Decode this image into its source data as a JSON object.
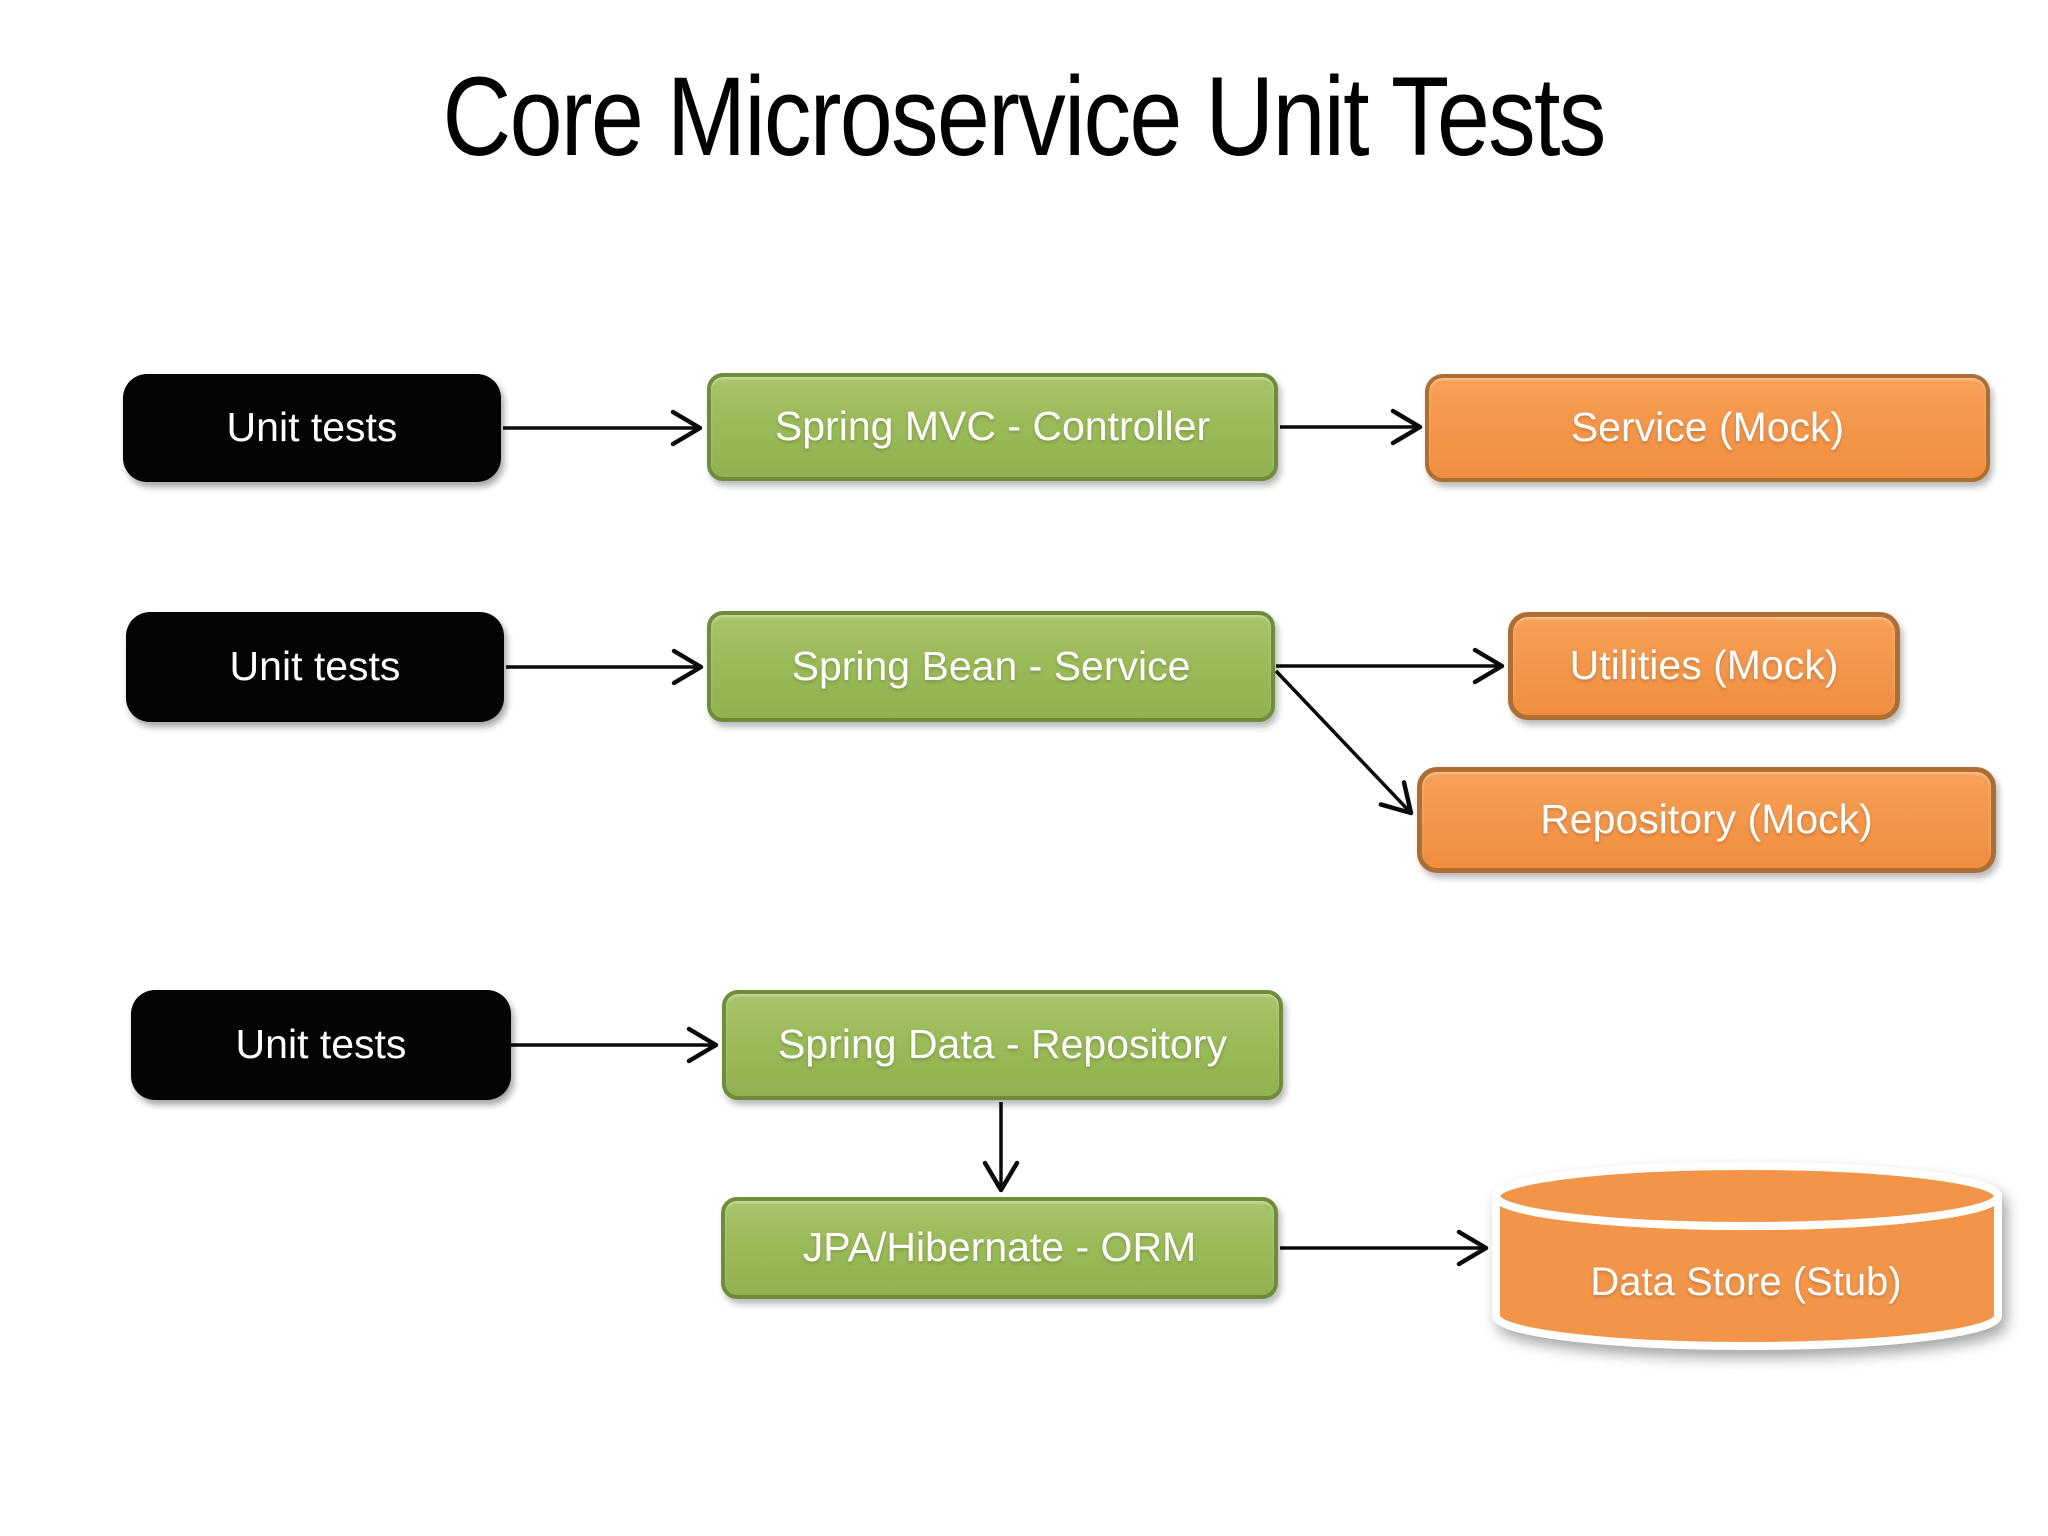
{
  "title": "Core Microservice Unit Tests",
  "nodes": {
    "unit_tests_1": {
      "label": "Unit tests",
      "role": "test-driver"
    },
    "spring_mvc_controller": {
      "label": "Spring MVC - Controller",
      "role": "component-under-test"
    },
    "service_mock": {
      "label": "Service (Mock)",
      "role": "mock"
    },
    "unit_tests_2": {
      "label": "Unit tests",
      "role": "test-driver"
    },
    "spring_bean_service": {
      "label": "Spring Bean - Service",
      "role": "component-under-test"
    },
    "utilities_mock": {
      "label": "Utilities (Mock)",
      "role": "mock"
    },
    "repository_mock": {
      "label": "Repository (Mock)",
      "role": "mock"
    },
    "unit_tests_3": {
      "label": "Unit tests",
      "role": "test-driver"
    },
    "spring_data_repository": {
      "label": "Spring Data - Repository",
      "role": "component-under-test"
    },
    "jpa_hibernate_orm": {
      "label": "JPA/Hibernate - ORM",
      "role": "component-under-test"
    },
    "data_store_stub": {
      "label": "Data Store (Stub)",
      "role": "stub-datastore"
    }
  },
  "edges": [
    {
      "from": "unit_tests_1",
      "to": "spring_mvc_controller"
    },
    {
      "from": "spring_mvc_controller",
      "to": "service_mock"
    },
    {
      "from": "unit_tests_2",
      "to": "spring_bean_service"
    },
    {
      "from": "spring_bean_service",
      "to": "utilities_mock"
    },
    {
      "from": "spring_bean_service",
      "to": "repository_mock"
    },
    {
      "from": "unit_tests_3",
      "to": "spring_data_repository"
    },
    {
      "from": "spring_data_repository",
      "to": "jpa_hibernate_orm"
    },
    {
      "from": "jpa_hibernate_orm",
      "to": "data_store_stub"
    }
  ],
  "colors": {
    "background": "#FFFFFF",
    "title_text": "#000000",
    "test_box_fill": "#040404",
    "component_box_fill": "#9BBA58",
    "component_box_border": "#6F8C3B",
    "mock_box_fill": "#F39549",
    "mock_box_border": "#AD6E33",
    "cylinder_outline": "#FFFFFF",
    "box_text": "#FFFFFF",
    "arrow": "#0A0A0A"
  }
}
